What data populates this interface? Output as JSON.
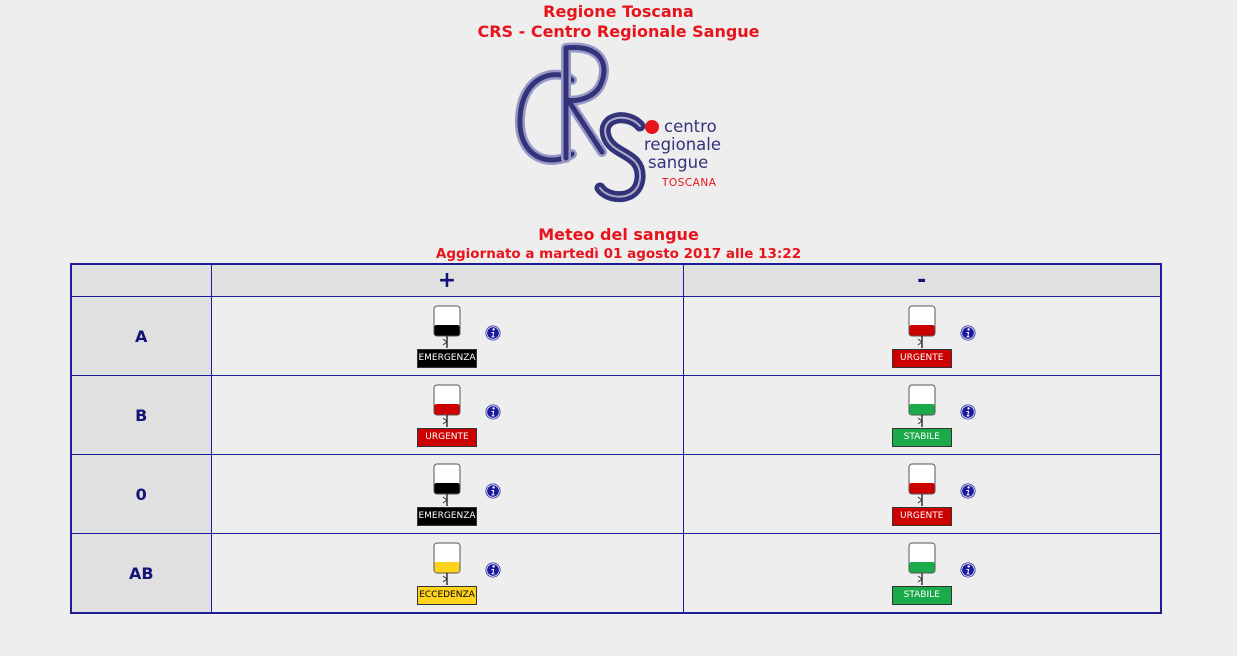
{
  "header": {
    "region": "Regione Toscana",
    "center": "CRS - Centro Regionale Sangue",
    "page_title": "Meteo del sangue",
    "updated": "Aggiornato a martedì 01 agosto 2017 alle 13:22"
  },
  "logo": {
    "letters": "CRS",
    "line1": "centro",
    "line2": "regionale",
    "line3": "sangue",
    "sub": "TOSCANA"
  },
  "table": {
    "corner": "",
    "col_pos": "+",
    "col_neg": "-",
    "rows": [
      {
        "group": "A",
        "pos": "EMERGENZA",
        "neg": "URGENTE"
      },
      {
        "group": "B",
        "pos": "URGENTE",
        "neg": "STABILE"
      },
      {
        "group": "0",
        "pos": "EMERGENZA",
        "neg": "URGENTE"
      },
      {
        "group": "AB",
        "pos": "ECCEDENZA",
        "neg": "STABILE"
      }
    ]
  },
  "status_colors": {
    "EMERGENZA": "#000000",
    "URGENTE": "#cc0000",
    "STABILE": "#1aaa4a",
    "ECCEDENZA": "#ffd21c"
  },
  "badge_text_colors": {
    "EMERGENZA": "#ffffff",
    "URGENTE": "#ffffff",
    "STABILE": "#ffffff",
    "ECCEDENZA": "#000000"
  },
  "bag_fill_fraction": {
    "EMERGENZA": 0.35,
    "URGENTE": 0.35,
    "STABILE": 0.35,
    "ECCEDENZA": 0.35
  },
  "icons": {
    "info": "info-icon",
    "bag": "blood-bag-icon"
  }
}
